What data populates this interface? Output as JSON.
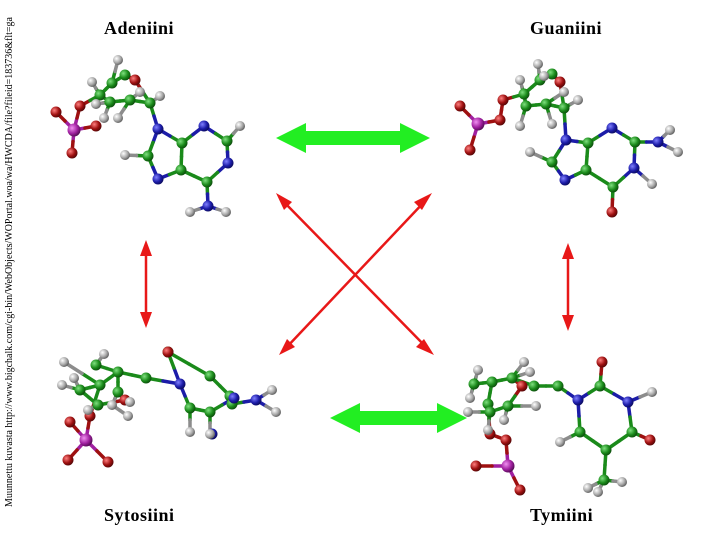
{
  "source_caption": "Muunnettu kuvasta http://www.bigchalk.com/cgi-bin/WebObjects/WOPortal.woa/wa/HWCDA/file?fileid=183736&flt=ga",
  "nucleotides": {
    "top_left": "Adeniini",
    "top_right": "Guaniini",
    "bottom_left": "Sytosiini",
    "bottom_right": "Tymiini"
  },
  "colors": {
    "carbon": "#1a8a1a",
    "nitrogen": "#1c1ca8",
    "oxygen": "#9e1010",
    "phosphorus": "#a020a0",
    "hydrogen": "#8c8c8c",
    "pairing_arrow": "#22ee22",
    "transition_arrow": "#e81818"
  }
}
